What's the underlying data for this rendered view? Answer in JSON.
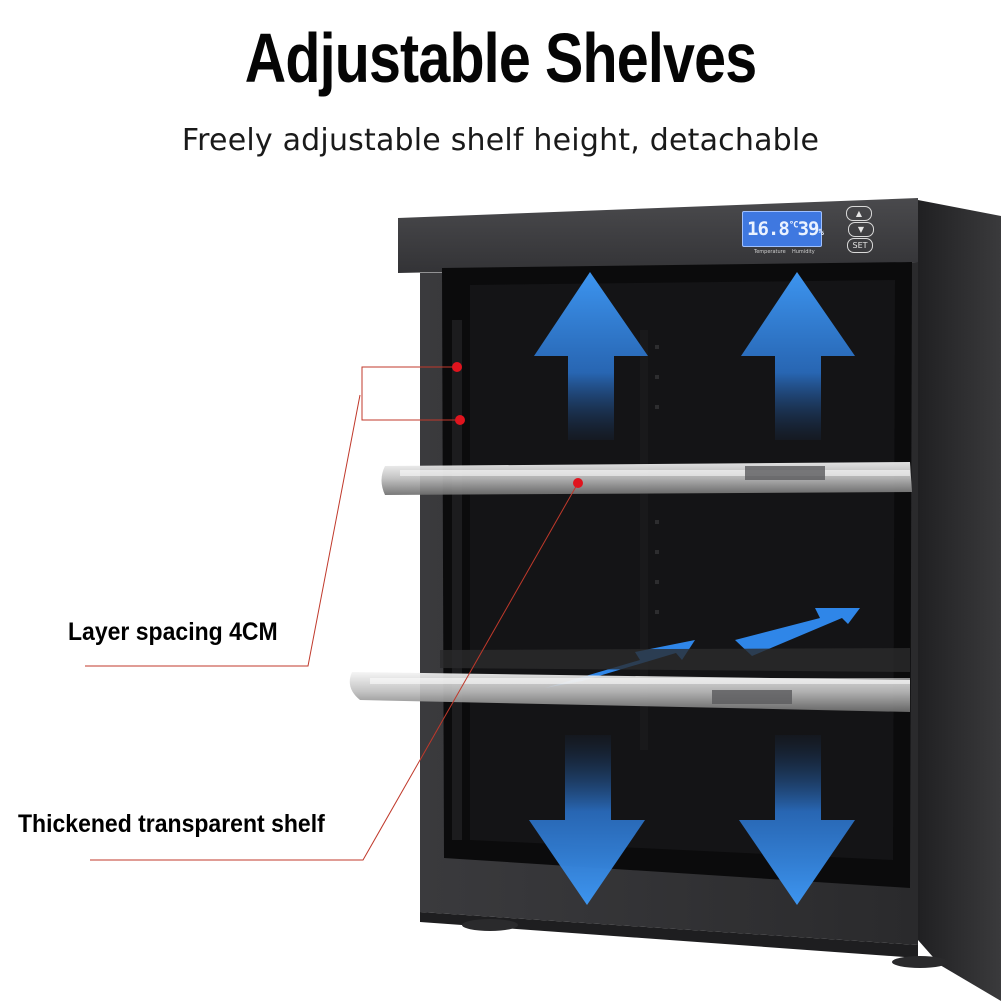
{
  "header": {
    "title": "Adjustable Shelves",
    "subtitle": "Freely adjustable shelf height, detachable"
  },
  "callouts": {
    "layer_spacing": "Layer spacing 4CM",
    "shelf": "Thickened transparent shelf"
  },
  "display": {
    "temperature": "16.8",
    "temperature_unit": "°C",
    "humidity": "39",
    "humidity_unit": "%",
    "btn_up": "▲",
    "btn_down": "▼",
    "btn_set": "SET",
    "caption_left": "Temperature",
    "caption_right": "Humidity"
  },
  "colors": {
    "cabinet": "#2f2f31",
    "cabinet_frame": "#3b3b3e",
    "interior": "#0a0a0b",
    "arrow_blue": "#2f86e8",
    "marker_red": "#e0141e",
    "leader_line": "#c0392b"
  }
}
